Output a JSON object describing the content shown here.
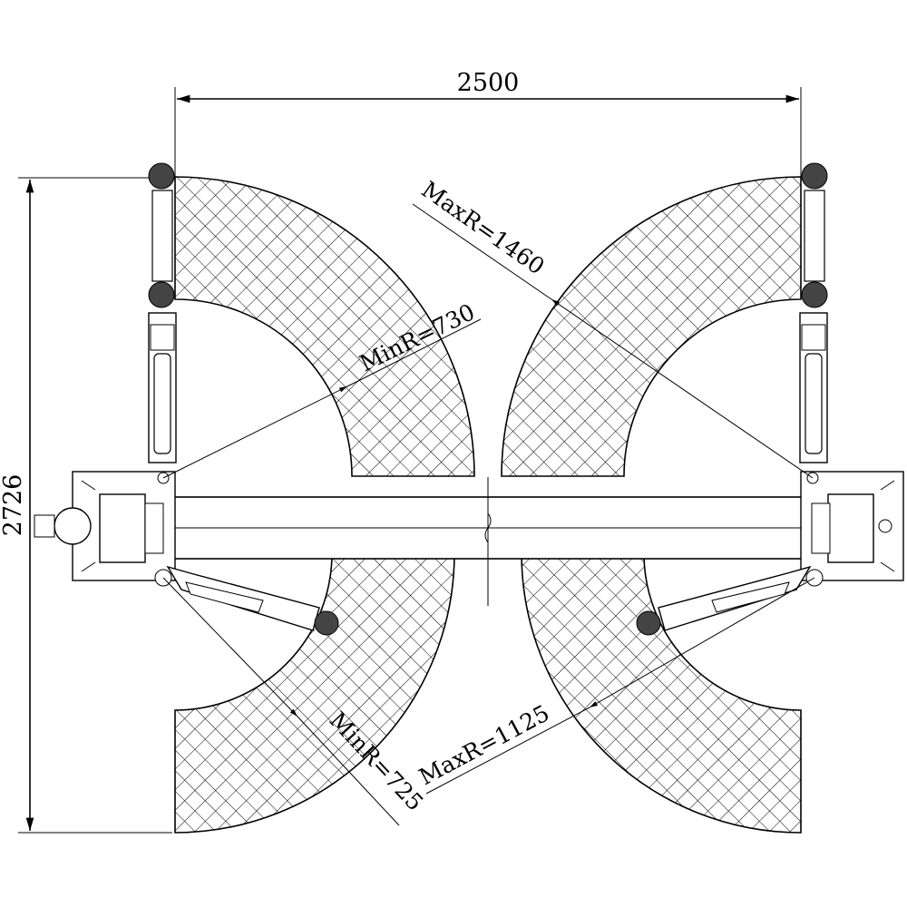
{
  "dimensions": {
    "width": "2500",
    "height": "2726"
  },
  "radius_labels": {
    "upper_left_min": "MinR=730",
    "upper_right_max": "MaxR=1460",
    "lower_left_min": "MinR=725",
    "lower_right_max": "MaxR=1125"
  },
  "colors": {
    "line": "#000000",
    "background": "#ffffff",
    "hatch": "#000000"
  }
}
